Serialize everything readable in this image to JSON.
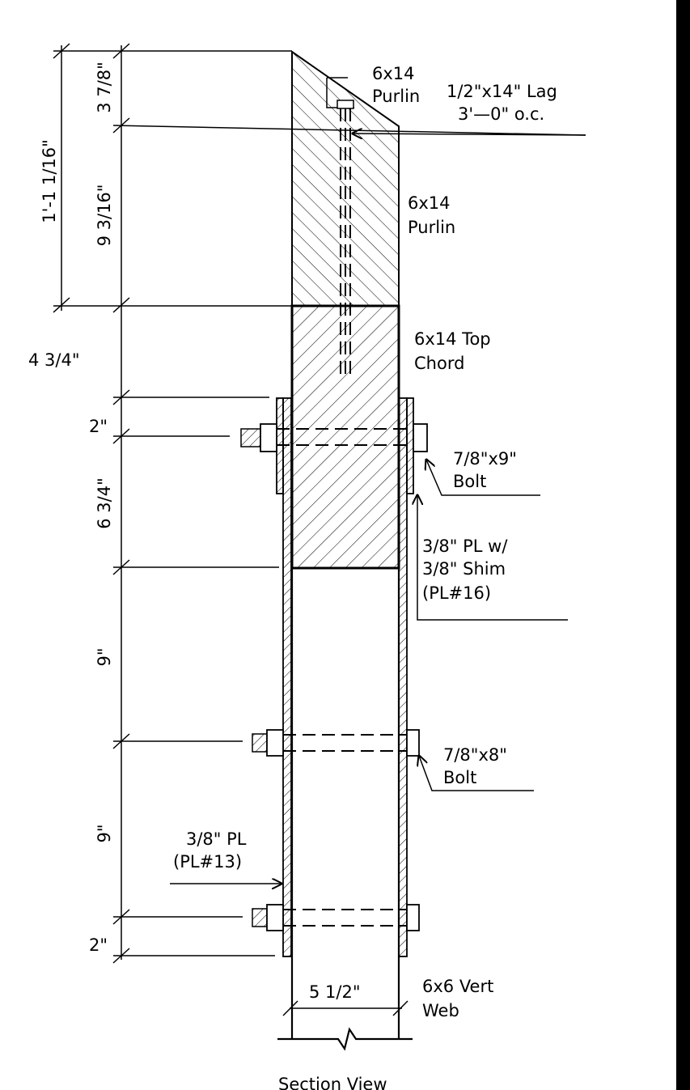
{
  "colors": {
    "ink": "#000000",
    "paper": "#ffffff"
  },
  "dimensions": {
    "overall_purlin": "1'-1 1/16\"",
    "d_3_7_8": "3 7/8\"",
    "d_9_3_16": "9 3/16\"",
    "d_4_3_4": "4 3/4\"",
    "d_2_top": "2\"",
    "d_6_3_4": "6 3/4\"",
    "d_9_a": "9\"",
    "d_9_b": "9\"",
    "d_2_bot": "2\"",
    "d_5_1_2": "5 1/2\""
  },
  "labels": {
    "purlin_top_line1": "6x14",
    "purlin_top_line2": "Purlin",
    "lag_line1": "1/2\"x14\" Lag",
    "lag_line2": "3'—0\" o.c.",
    "purlin_mid_line1": "6x14",
    "purlin_mid_line2": "Purlin",
    "chord_line1": "6x14 Top",
    "chord_line2": "Chord",
    "bolt9_line1": "7/8\"x9\"",
    "bolt9_line2": "Bolt",
    "pl16_line1": "3/8\" PL w/",
    "pl16_line2": "3/8\" Shim",
    "pl16_line3": "(PL#16)",
    "bolt8_line1": "7/8\"x8\"",
    "bolt8_line2": "Bolt",
    "pl13_line1": "3/8\" PL",
    "pl13_line2": "(PL#13)",
    "web_line1": "6x6 Vert",
    "web_line2": "Web",
    "caption": "Section View"
  }
}
